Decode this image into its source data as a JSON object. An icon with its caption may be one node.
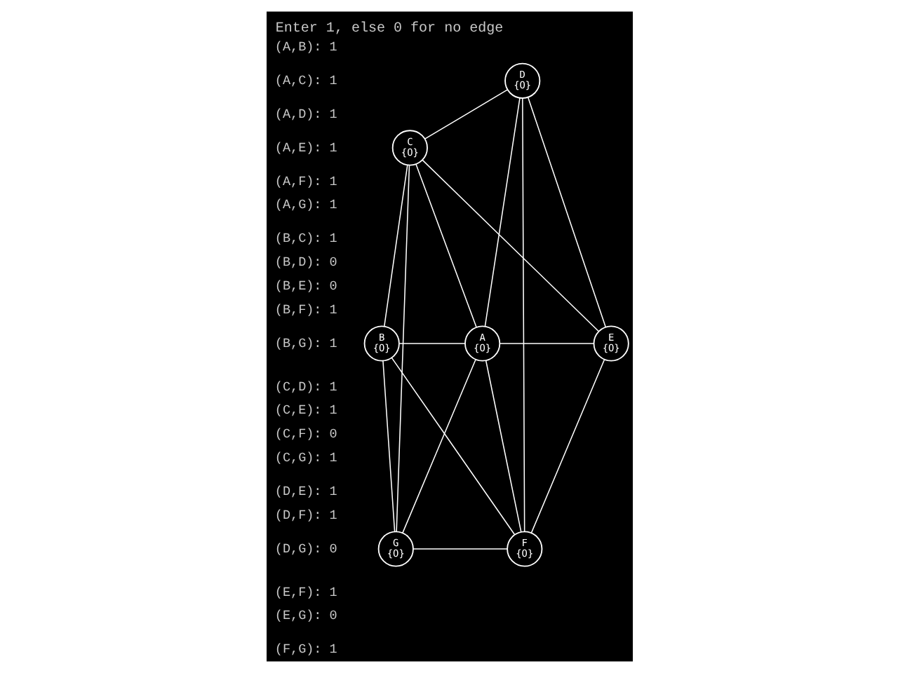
{
  "diagram": {
    "title": "Enter 1, else 0 for no edge",
    "nodes": [
      {
        "text": [
          "A",
          "{O}"
        ]
      },
      {
        "text": [
          "B",
          "{O}"
        ]
      },
      {
        "text": [
          "C",
          "{O}"
        ]
      },
      {
        "text": [
          "D",
          "{O}"
        ]
      },
      {
        "text": [
          "E",
          "{O}"
        ]
      },
      {
        "text": [
          "F",
          "{O}"
        ]
      },
      {
        "text": [
          "G",
          "{O}"
        ]
      }
    ],
    "edges": [
      {
        "from": 0,
        "to": 1,
        "arrow": "none"
      },
      {
        "from": 0,
        "to": 2,
        "arrow": "none"
      },
      {
        "from": 0,
        "to": 3,
        "arrow": "none"
      },
      {
        "from": 0,
        "to": 4,
        "arrow": "none"
      },
      {
        "from": 0,
        "to": 5,
        "arrow": "none"
      },
      {
        "from": 0,
        "to": 6,
        "arrow": "none"
      },
      {
        "from": 1,
        "to": 2,
        "arrow": "none"
      },
      {
        "from": 1,
        "to": 5,
        "arrow": "none"
      },
      {
        "from": 1,
        "to": 6,
        "arrow": "none"
      },
      {
        "from": 2,
        "to": 3,
        "arrow": "none"
      },
      {
        "from": 2,
        "to": 4,
        "arrow": "none"
      },
      {
        "from": 2,
        "to": 6,
        "arrow": "none"
      },
      {
        "from": 3,
        "to": 4,
        "arrow": "none"
      },
      {
        "from": 3,
        "to": 5,
        "arrow": "none"
      },
      {
        "from": 4,
        "to": 5,
        "arrow": "none"
      },
      {
        "from": 5,
        "to": 6,
        "arrow": "none"
      }
    ],
    "labels": [
      "(A,B): 1",
      "(A,C): 1",
      "(A,D): 1",
      "(A,E): 1",
      "(A,F): 1",
      "(A,G): 1",
      "(B,C): 1",
      "(B,D): 0",
      "(B,E): 0",
      "(B,F): 1",
      "(B,G): 1",
      "(C,D): 1",
      "(C,E): 1",
      "(C,F): 0",
      "(C,G): 1",
      "(D,E): 1",
      "(D,F): 1",
      "(D,G): 0",
      "(E,F): 1",
      "(E,G): 0",
      "(F,G): 1"
    ]
  }
}
